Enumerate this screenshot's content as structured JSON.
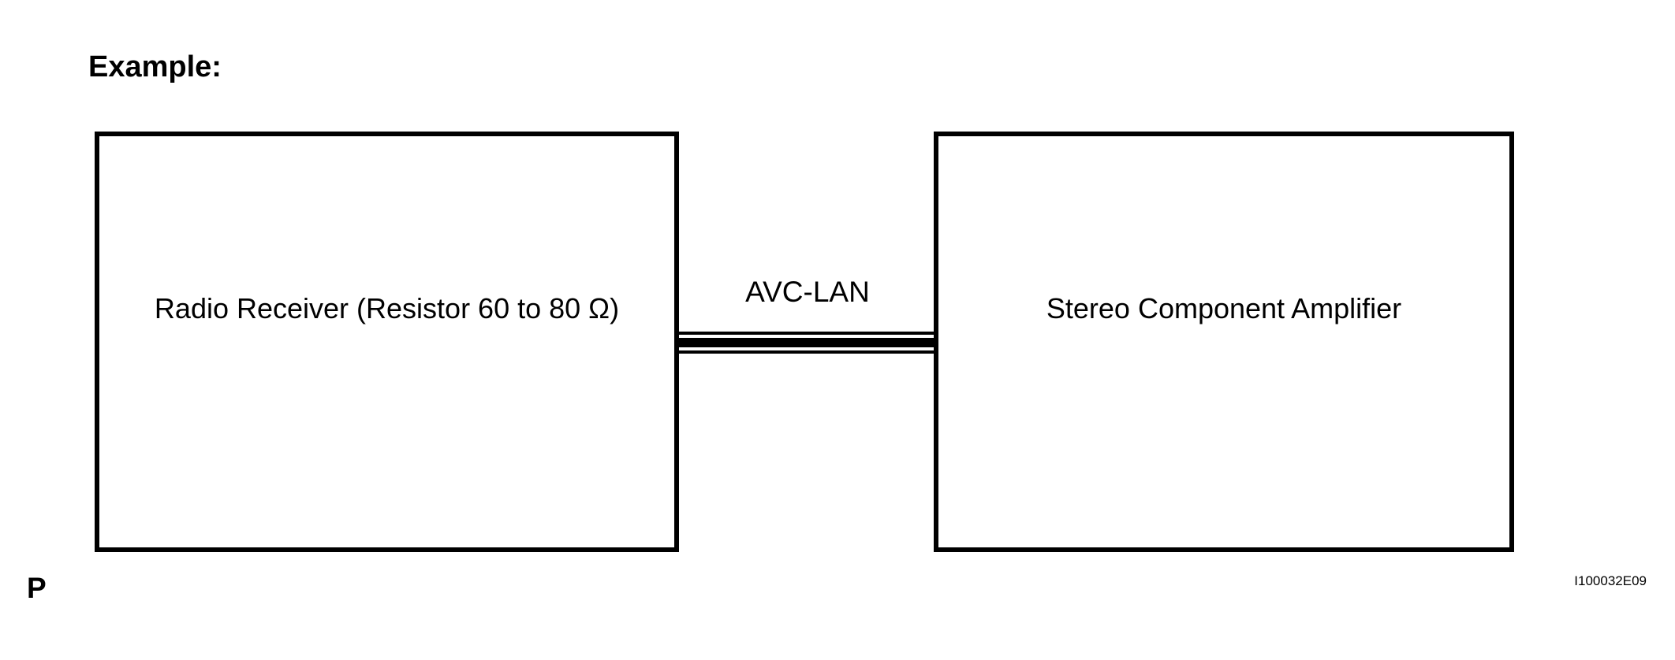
{
  "page": {
    "heading": "Example:",
    "footer_marker": "P",
    "figure_id": "I100032E09"
  },
  "diagram": {
    "type": "block-diagram",
    "nodes": [
      {
        "id": "radio-receiver",
        "label": "Radio Receiver (Resistor 60 to 80 Ω)"
      },
      {
        "id": "stereo-component-amplifier",
        "label": "Stereo Component Amplifier"
      }
    ],
    "connections": [
      {
        "from": "radio-receiver",
        "to": "stereo-component-amplifier",
        "label": "AVC-LAN",
        "style": "triple-line-bus"
      }
    ],
    "colors": {
      "background": "#ffffff",
      "line": "#000000",
      "text": "#000000"
    }
  }
}
